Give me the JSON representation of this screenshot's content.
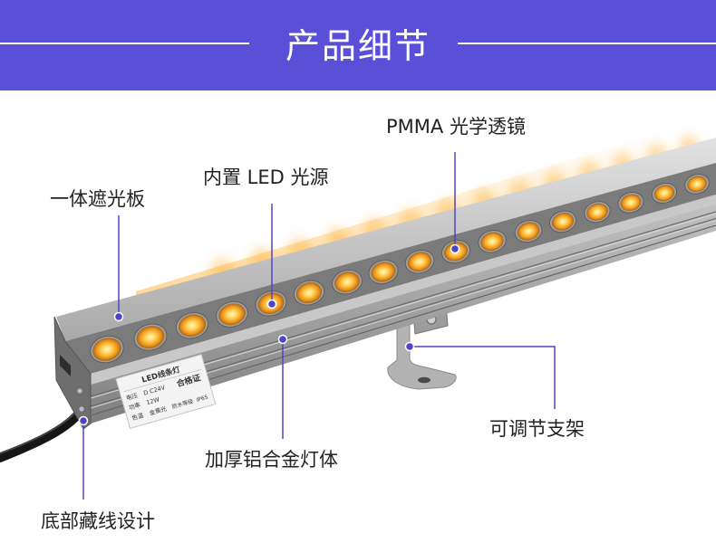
{
  "header": {
    "title": "产品细节"
  },
  "callouts": {
    "shade_plate": "一体遮光板",
    "led_source": "内置 LED 光源",
    "pmma_lens": "PMMA 光学透镜",
    "bracket": "可调节支架",
    "aluminum_body": "加厚铝合金灯体",
    "hidden_wiring": "底部藏线设计"
  },
  "sticker": {
    "product": "LED线条灯",
    "cert": "合格证",
    "voltage_label": "电压",
    "voltage": "D C24V",
    "power_label": "功率",
    "power": "12W",
    "color_temp_label": "色温",
    "color_temp": "金黄光",
    "waterproof_label": "防水等级",
    "waterproof": "IP65"
  },
  "colors": {
    "banner": "#5a50d8",
    "callout": "#4f44c8",
    "led_glow": "#ffb030"
  }
}
